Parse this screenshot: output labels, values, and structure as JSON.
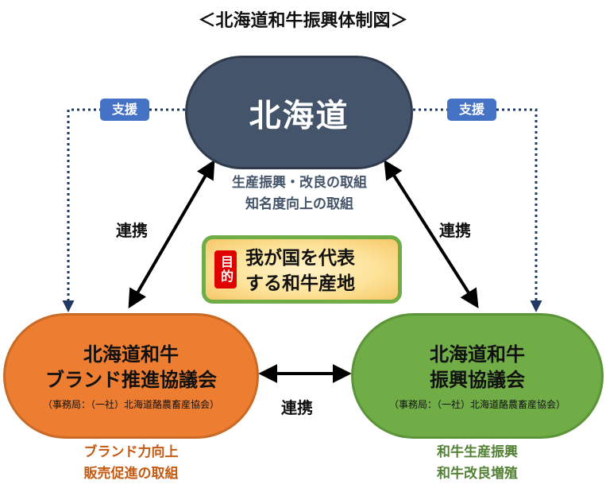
{
  "title": "＜北海道和牛振興体制図＞",
  "hokkaido": {
    "name": "北海道",
    "activities": [
      "生産振興・改良の取組",
      "知名度向上の取組"
    ]
  },
  "support": {
    "left_label": "支援",
    "right_label": "支援"
  },
  "links": {
    "left": "連携",
    "right": "連携",
    "bottom": "連携"
  },
  "goal": {
    "badge": "目的",
    "text_line1": "我が国を代表",
    "text_line2": "する和牛産地"
  },
  "brand_council": {
    "name_line1": "北海道和牛",
    "name_line2": "ブランド推進協議会",
    "office": "（事務局：（一社）北海道酪農畜産協会）",
    "activities": [
      "ブランド力向上",
      "販売促進の取組"
    ]
  },
  "shinko_council": {
    "name_line1": "北海道和牛",
    "name_line2": "振興協議会",
    "office": "（事務局：（一社）北海道酪農畜産協会）",
    "activities": [
      "和牛生産振興",
      "和牛改良増殖"
    ]
  },
  "colors": {
    "hokkaido": "#44546a",
    "brand": "#ed7d31",
    "shinko": "#70ad47",
    "support_badge": "#4472c4",
    "support_line": "#1f3864",
    "goal_badge": "#e00000",
    "brand_text": "#c55a11",
    "shinko_text": "#548235"
  }
}
